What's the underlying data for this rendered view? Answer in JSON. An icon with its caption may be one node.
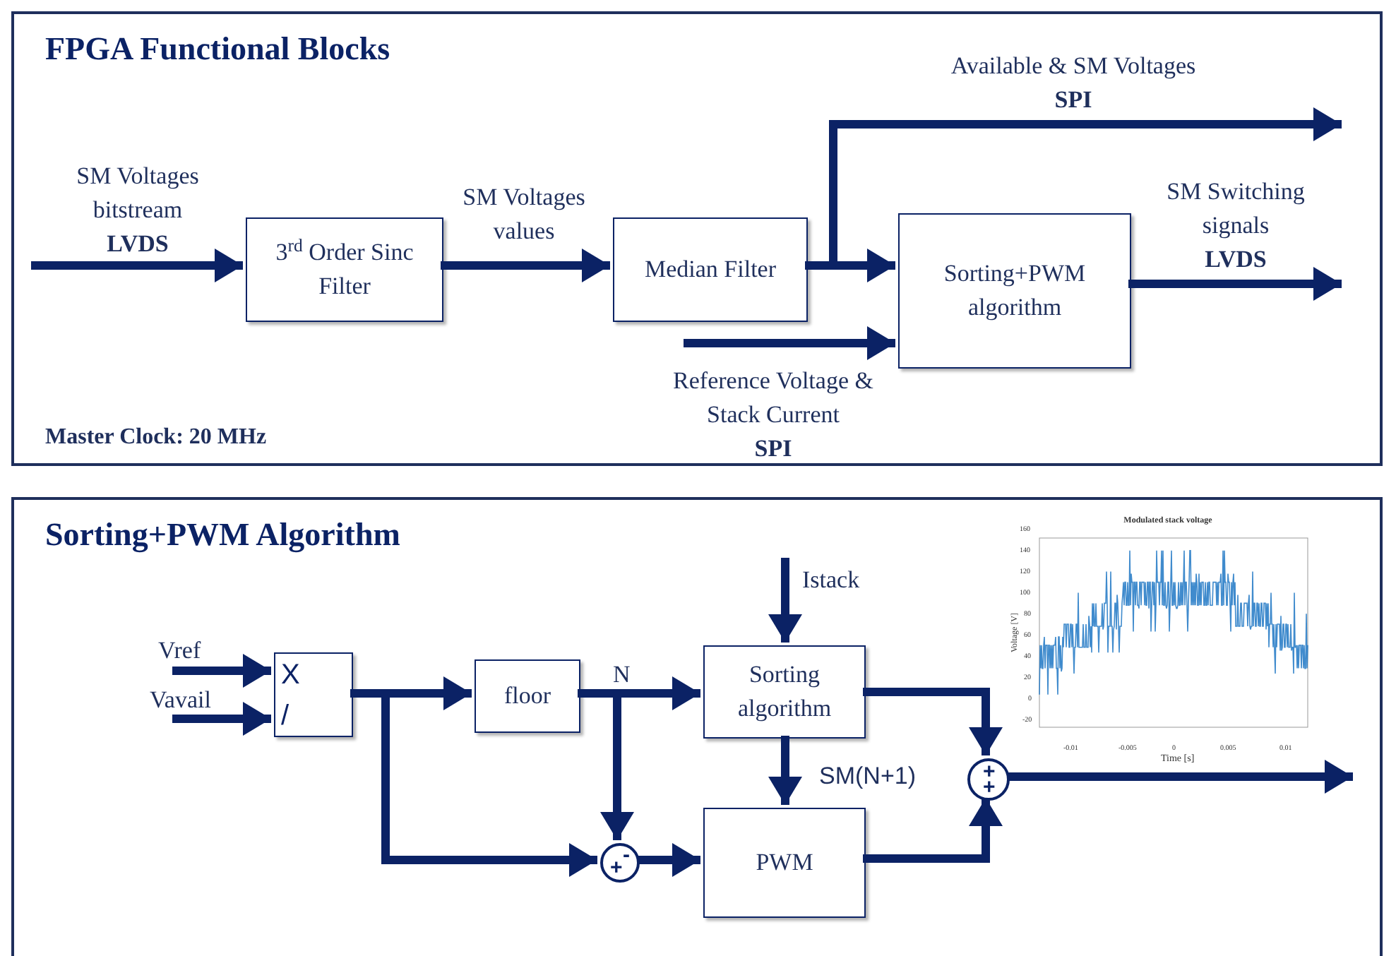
{
  "diagram": {
    "nodes": [
      {
        "text": [
          "FPGA Functional Blocks",
          "Master Clock: 20 MHz"
        ]
      },
      {
        "text": [
          "3$^{rd}$ Order Sinc Filter"
        ],
        "in": 0
      },
      {
        "text": [
          "Median Filter"
        ],
        "in": 0
      },
      {
        "text": [
          "Sorting+PWM algorithm"
        ],
        "in": 0
      },
      {
        "text": [
          "Sorting+PWM Algorithm"
        ]
      },
      {
        "text": [
          "X",
          "/"
        ],
        "in": 4
      },
      {
        "text": [
          "floor"
        ],
        "in": 4
      },
      {
        "text": [
          "Sorting algorithm"
        ],
        "in": 4
      },
      {
        "text": [
          "PWM"
        ],
        "in": 4
      },
      {
        "text": [
          "-",
          "+"
        ],
        "in": 4
      },
      {
        "text": [
          "+",
          "+"
        ],
        "in": 4
      }
    ],
    "edges": [
      {
        "from": null,
        "to": 1,
        "arrow": "to",
        "label": "SM Voltages bitstream **LVDS**"
      },
      {
        "from": 1,
        "to": 2,
        "arrow": "to",
        "label": "SM Voltages values"
      },
      {
        "from": 2,
        "to": 3,
        "arrow": "to"
      },
      {
        "from": 2,
        "to": null,
        "arrow": "to",
        "label": "Available & SM Voltages **SPI**"
      },
      {
        "from": null,
        "to": 3,
        "arrow": "to",
        "label": "Reference Voltage & Stack Current **SPI**"
      },
      {
        "from": 3,
        "to": null,
        "arrow": "to",
        "label": "SM Switching signals **LVDS**"
      },
      {
        "from": null,
        "to": 5,
        "arrow": "to",
        "label": "Vref"
      },
      {
        "from": null,
        "to": 5,
        "arrow": "to",
        "label": "Vavail"
      },
      {
        "from": 5,
        "to": 6,
        "arrow": "to"
      },
      {
        "from": 5,
        "to": 9,
        "arrow": "to"
      },
      {
        "from": 6,
        "to": 7,
        "arrow": "to",
        "label": "N"
      },
      {
        "from": 6,
        "to": 9,
        "arrow": "to"
      },
      {
        "from": 9,
        "to": 8,
        "arrow": "to"
      },
      {
        "from": null,
        "to": 7,
        "arrow": "to",
        "label": "Istack"
      },
      {
        "from": 7,
        "to": 8,
        "arrow": "to",
        "label": "SM(N+1)"
      },
      {
        "from": 7,
        "to": 10,
        "arrow": "to"
      },
      {
        "from": 8,
        "to": 10,
        "arrow": "to"
      },
      {
        "from": 10,
        "to": null,
        "arrow": "to"
      }
    ],
    "labels": [
      "Modulated stack voltage",
      "160",
      "140",
      "120",
      "100",
      "80",
      "60",
      "40",
      "20",
      "0",
      "-20",
      "-0.01",
      "-0.005",
      "0",
      "0.005",
      "0.01",
      "Voltage [V]",
      "Time [s]"
    ]
  }
}
